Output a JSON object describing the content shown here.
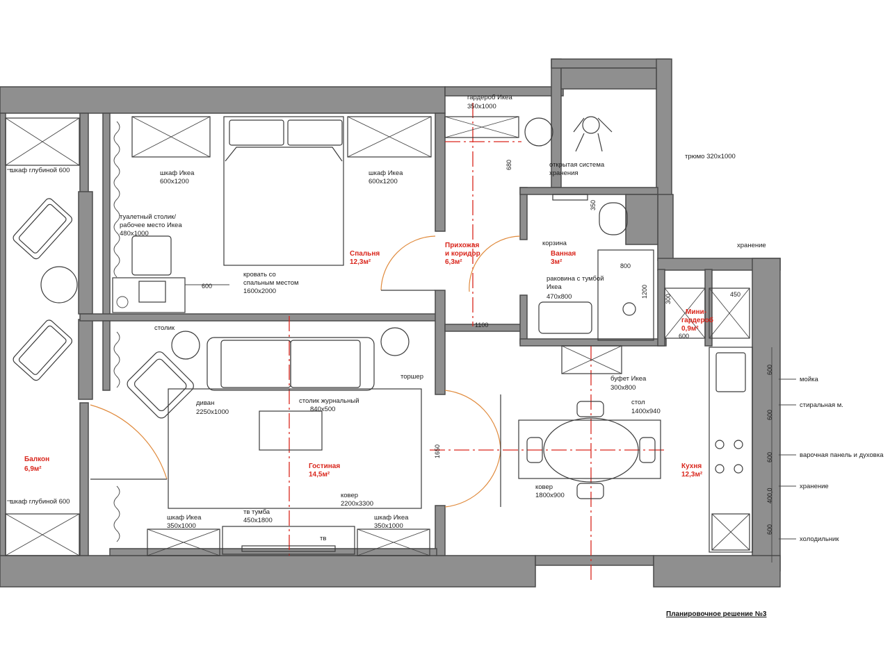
{
  "rooms": {
    "bedroom": {
      "name": "Спальня",
      "area": "12,3м²"
    },
    "hall": {
      "name1": "Прихожая",
      "name2": "и коридор",
      "area": "6,3м²"
    },
    "bath": {
      "name": "Ванная",
      "area": "3м²"
    },
    "living": {
      "name": "Гостиная",
      "area": "14,5м²"
    },
    "kitchen": {
      "name": "Кухня",
      "area": "12,3м²"
    },
    "balcony": {
      "name": "Балкон",
      "area": "6,9м²"
    },
    "miniwardrobe": {
      "name1": "Мини-",
      "name2": "гардероб",
      "area": "0,9м²"
    }
  },
  "labels": {
    "wardrobe_ikea_hall_1": "гардероб Икеа",
    "wardrobe_ikea_hall_2": "350x1000",
    "trumo": "трюмо 320x1000",
    "open_storage_1": "открытая система",
    "open_storage_2": "хранения",
    "balcony_cab_top": "шкаф глубиной 600",
    "balcony_cab_bottom": "шкаф глубиной 600",
    "bed_cab_left_1": "шкаф Икеа",
    "bed_cab_left_2": "600x1200",
    "bed_cab_right_1": "шкаф Икеа",
    "bed_cab_right_2": "600x1200",
    "desk_1": "туалетный столик/",
    "desk_2": "рабочее место Икеа",
    "desk_3": "480x1000",
    "bed_1": "кровать со",
    "bed_2": "спальным местом",
    "bed_3": "1600x2000",
    "basket": "корзина",
    "sink_1": "раковина с тумбой",
    "sink_2": "Икеа",
    "sink_3": "470x800",
    "storage": "хранение",
    "side_table": "столик",
    "floor_lamp": "торшер",
    "sofa_1": "диван",
    "sofa_2": "2250x1000",
    "coffee_1": "столик журнальный",
    "coffee_2": "840x500",
    "rug_living_1": "ковер",
    "rug_living_2": "2200x3300",
    "tv_stand_1": "тв тумба",
    "tv_stand_2": "450x1800",
    "tv": "тв",
    "living_cab_left_1": "шкаф Икеа",
    "living_cab_left_2": "350x1000",
    "living_cab_right_1": "шкаф Икеа",
    "living_cab_right_2": "350x1000",
    "buffet_1": "буфет Икеа",
    "buffet_2": "300x800",
    "table_1": "стол",
    "table_2": "1400x940",
    "rug_kitchen_1": "ковер",
    "rug_kitchen_2": "1800x900",
    "sink_k": "мойка",
    "washer": "стиральная м.",
    "hob": "варочная панель и духовка",
    "k_storage": "хранение",
    "fridge": "холодильник"
  },
  "dims": {
    "d680": "680",
    "d350": "350",
    "d800": "800",
    "d1200": "1200",
    "d300": "300",
    "d450": "450",
    "d600a": "600",
    "d600b": "600",
    "d1100": "1100",
    "d1650": "1650",
    "k600a": "600",
    "k600b": "600",
    "k600c": "600",
    "k400": "400,0",
    "k600d": "600"
  },
  "footer": {
    "title": "Планировочное решение №3"
  }
}
